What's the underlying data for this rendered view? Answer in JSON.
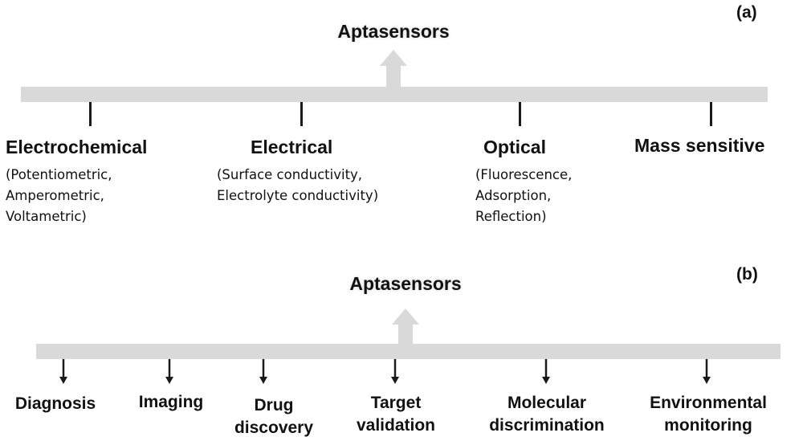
{
  "panel_a": {
    "label": "(a)",
    "title": "Aptasensors",
    "categories": [
      {
        "name": "Electrochemical",
        "detail": "(Potentiometric,\nAmperometric,\nVoltametric)"
      },
      {
        "name": "Electrical",
        "detail": "(Surface conductivity,\nElectrolyte conductivity)"
      },
      {
        "name": "Optical",
        "detail": "(Fluorescence,\nAdsorption,\nReflection)"
      },
      {
        "name": "Mass sensitive",
        "detail": ""
      }
    ]
  },
  "panel_b": {
    "label": "(b)",
    "title": "Aptasensors",
    "applications": [
      "Diagnosis",
      "Imaging",
      "Drug\ndiscovery",
      "Target\nvalidation",
      "Molecular\ndiscrimination",
      "Environmental\nmonitoring"
    ]
  },
  "colors": {
    "bar": "#d9d9d9",
    "text": "#111111",
    "arrow": "#1a1a1a"
  }
}
